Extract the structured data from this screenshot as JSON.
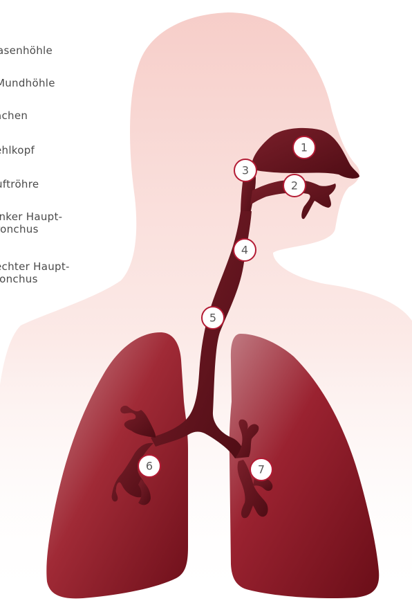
{
  "legend": {
    "items": [
      "asenhöhle",
      "Mundhöhle",
      "achen",
      "ehlkopf",
      "uftröhre",
      "inker Haupt-\nronchus",
      "echter Haupt-\nronchus"
    ]
  },
  "markers": [
    "1",
    "2",
    "3",
    "4",
    "5",
    "6",
    "7"
  ],
  "colors": {
    "silhouette": "#f7d3cf",
    "airway": "#6a121d",
    "lung_light": "#c06a72",
    "lung_dark": "#7e1420",
    "marker_stroke": "#b31b34"
  }
}
